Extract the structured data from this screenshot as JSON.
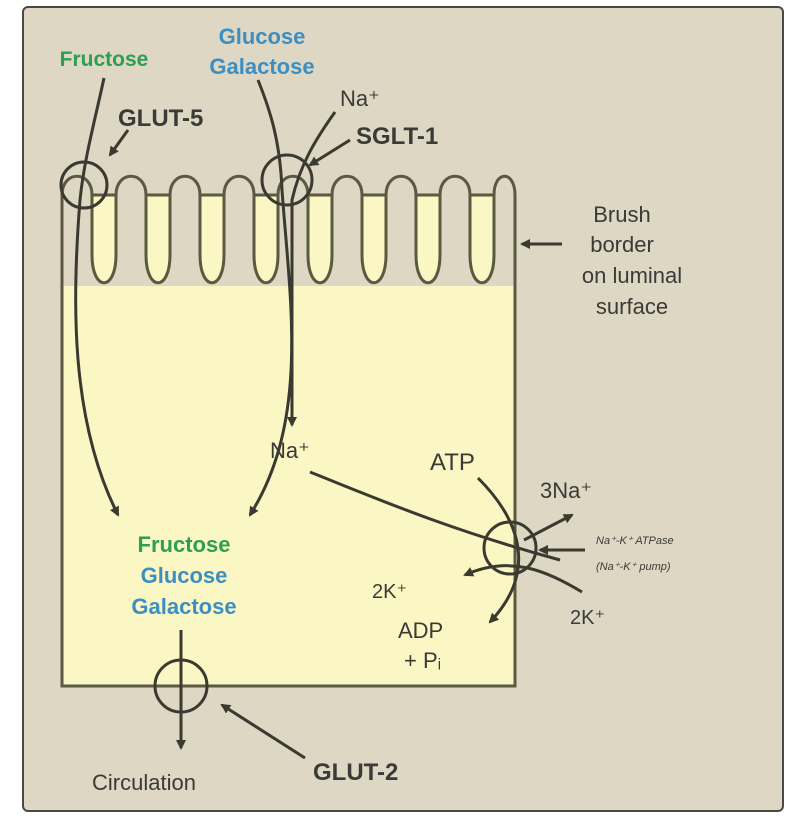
{
  "lumen_substrates": {
    "fructose": "Fructose",
    "glucose": "Glucose",
    "galactose": "Galactose",
    "na_plus": "Na⁺"
  },
  "transporters": {
    "glut5": "GLUT-5",
    "sglt1": "SGLT-1",
    "glut2": "GLUT-2"
  },
  "brush_border_label": [
    "Brush",
    "border",
    "on luminal",
    "surface"
  ],
  "cytosol": {
    "na_plus": "Na⁺",
    "fructose": "Fructose",
    "glucose": "Glucose",
    "galactose": "Galactose"
  },
  "pump": {
    "atp": "ATP",
    "three_na": "3Na⁺",
    "two_k_in": "2K⁺",
    "two_k_out": "2K⁺",
    "adp": "ADP",
    "pi": "+ Pᵢ",
    "pump_name_1": "Na⁺-K⁺ ATPase",
    "pump_name_2": "(Na⁺-K⁺ pump)"
  },
  "circulation": "Circulation",
  "colors": {
    "panel_bg": "#ddd7c4",
    "cell_fill": "#fbf7c4",
    "fructose_green": "#2e9e54",
    "glucose_blue": "#3d8fc2",
    "outline": "#4a4a38"
  }
}
